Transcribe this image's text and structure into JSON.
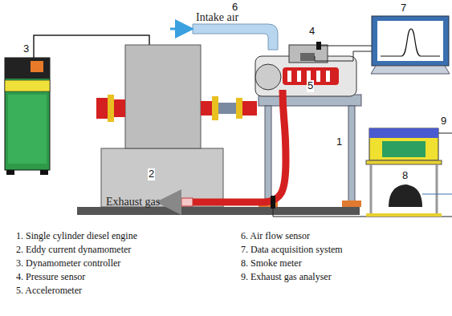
{
  "diagram": {
    "labels": [
      "Intake air",
      "6",
      "4",
      "7",
      "3",
      "5",
      "2",
      "1",
      "9",
      "Exhaust gas",
      "8",
      "1. Single cylinder diesel engine",
      "2. Eddy current dynamometer",
      "3. Dynamometer controller",
      "4. Pressure sensor",
      "5. Accelerometer",
      "6. Air flow sensor",
      "7. Data acquisition system",
      "8. Smoke meter",
      "9. Exhaust gas analyser"
    ]
  }
}
